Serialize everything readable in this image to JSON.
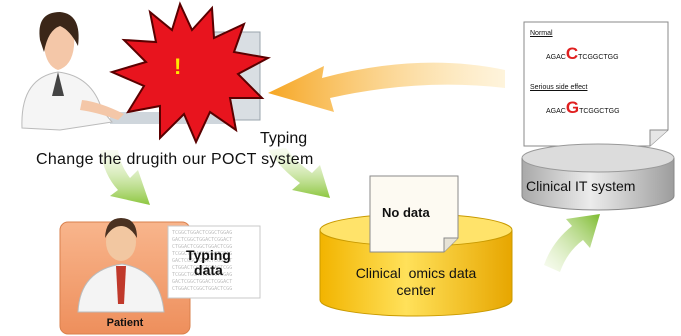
{
  "diagram": {
    "alert_symbol": "!",
    "typing_label": "Typing",
    "change_drug_label": "Change the drug",
    "with_poct_label": "ith our POCT system",
    "no_data_label": "No data",
    "omics_center_label_line1": "Clinical  omics data",
    "omics_center_label_line2": "center",
    "clinical_it_label": "Clinical IT system",
    "patient_label": "Patient",
    "typing_data_line1": "Typing",
    "typing_data_line2": "data",
    "sequence_doc": {
      "normal_heading": "Normal",
      "normal_prefix": "AGAC",
      "normal_base": "C",
      "normal_suffix": "TCGGCTGG",
      "side_effect_heading": "Serious side effect",
      "side_effect_prefix": "AGAC",
      "side_effect_base": "G",
      "side_effect_suffix": "TCGGCTGG"
    }
  },
  "colors": {
    "alert_red": "#e8141e",
    "arrow_green": "#8cc63f",
    "arrow_orange": "#f6a623",
    "omics_cylinder": "#f5c400",
    "it_cylinder": "#c9c9c9",
    "patient_box": "#f3a073",
    "sequence_red": "#e01f1f"
  },
  "icons": [
    "doctor-icon",
    "alert-burst-icon",
    "patient-icon",
    "document-icon",
    "database-cylinder-icon"
  ]
}
